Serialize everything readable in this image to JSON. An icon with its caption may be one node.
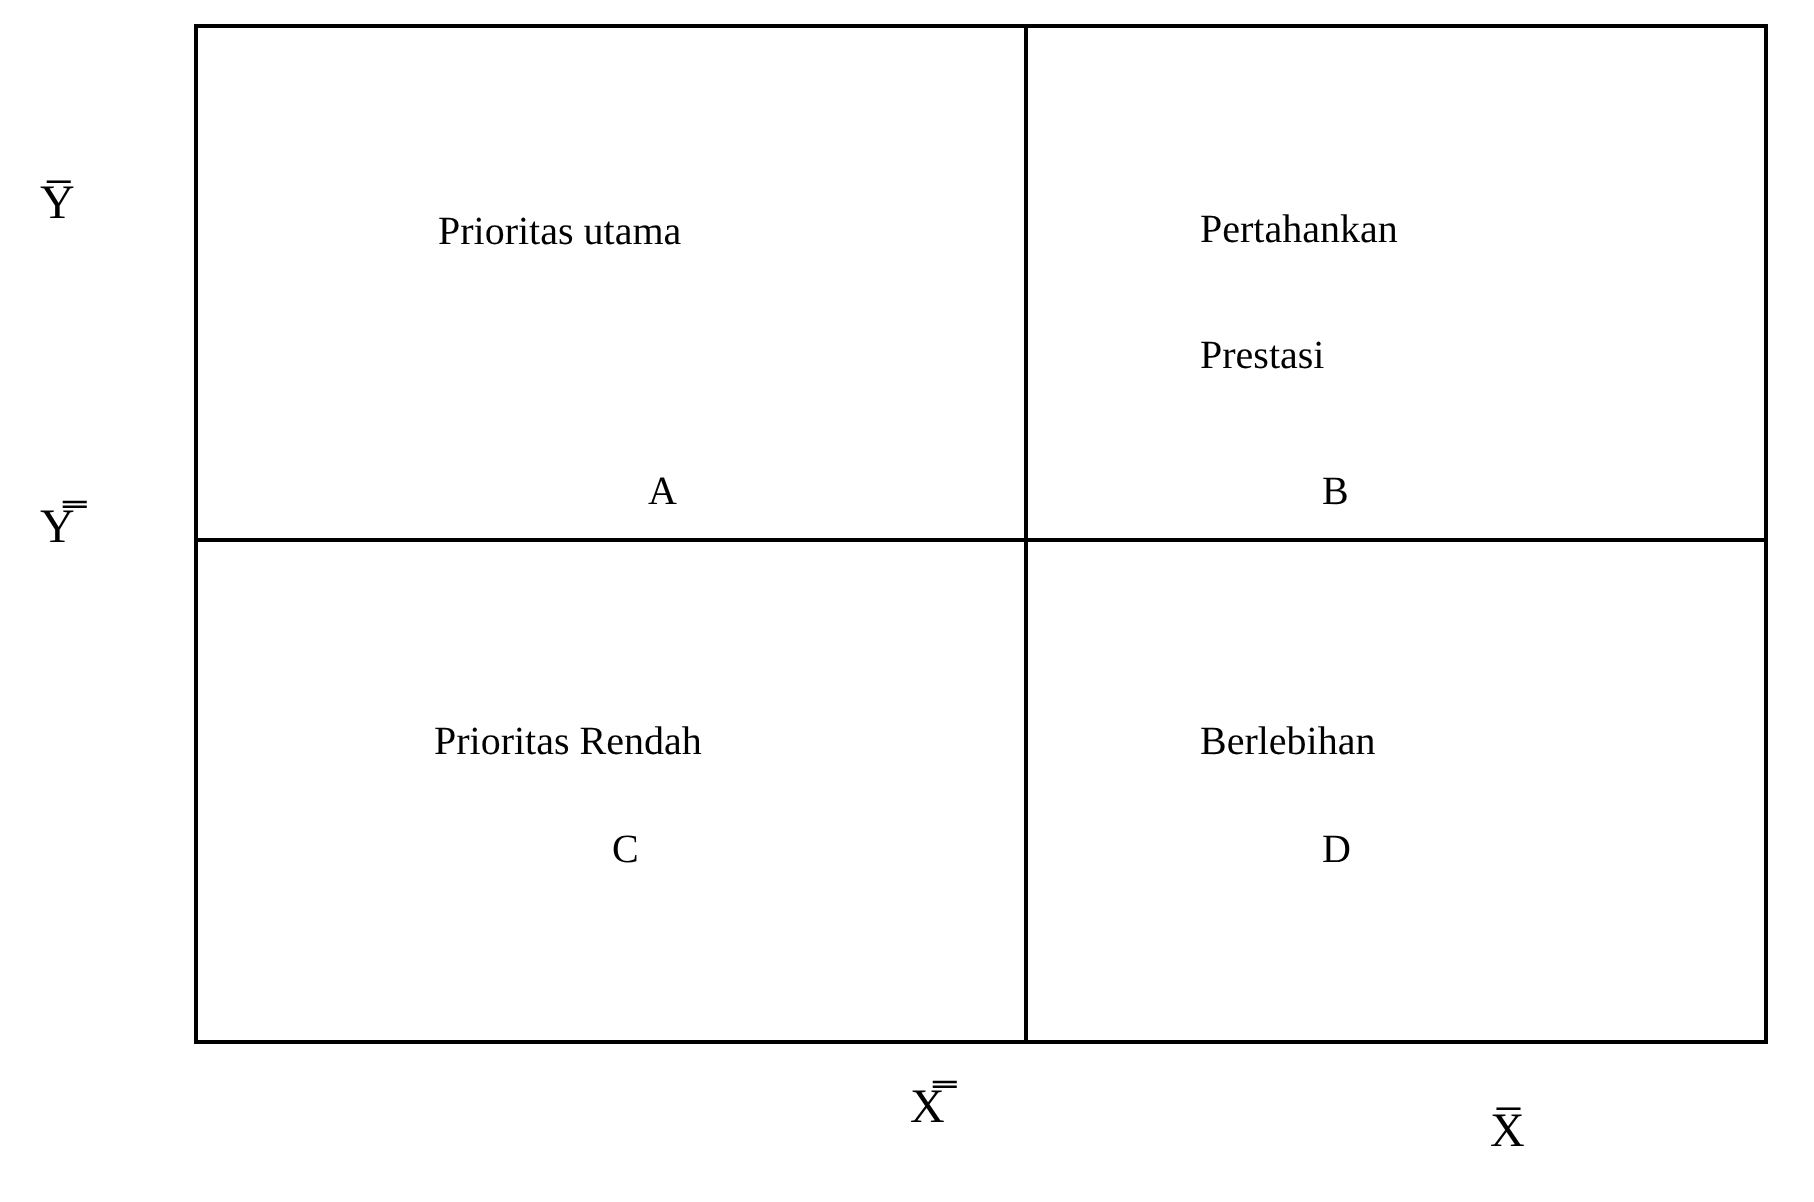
{
  "diagram": {
    "nodes": [
      {
        "text": [
          "Prioritas utama",
          "A"
        ]
      },
      {
        "text": [
          "Pertahankan Prestasi",
          "B"
        ]
      },
      {
        "text": [
          "Prioritas Rendah",
          "C"
        ]
      },
      {
        "text": [
          "Berlebihan",
          "D"
        ]
      }
    ],
    "labels": [
      "Y̅",
      "Y̿",
      "X̿",
      "X̅"
    ]
  }
}
